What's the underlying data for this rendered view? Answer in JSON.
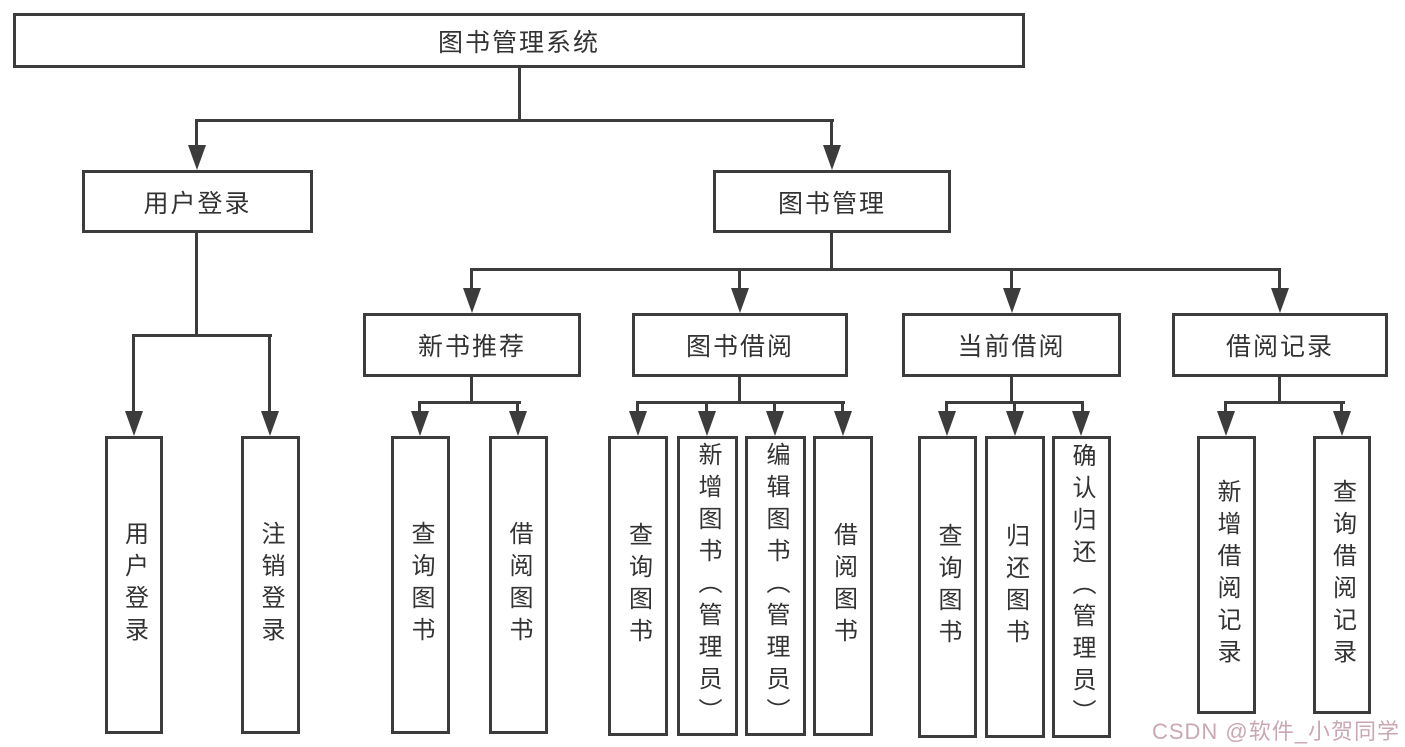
{
  "tree": {
    "root": {
      "label": "图书管理系统"
    },
    "branches": [
      {
        "label": "用户登录",
        "children": [
          {
            "label": "用户登录"
          },
          {
            "label": "注销登录"
          }
        ]
      },
      {
        "label": "图书管理",
        "children": [
          {
            "label": "新书推荐",
            "children": [
              {
                "label": "查询图书"
              },
              {
                "label": "借阅图书"
              }
            ]
          },
          {
            "label": "图书借阅",
            "children": [
              {
                "label": "查询图书"
              },
              {
                "label": "新增图书（管理员）"
              },
              {
                "label": "编辑图书（管理员）"
              },
              {
                "label": "借阅图书"
              }
            ]
          },
          {
            "label": "当前借阅",
            "children": [
              {
                "label": "查询图书"
              },
              {
                "label": "归还图书"
              },
              {
                "label": "确认归还（管理员）"
              }
            ]
          },
          {
            "label": "借阅记录",
            "children": [
              {
                "label": "新增借阅记录"
              },
              {
                "label": "查询借阅记录"
              }
            ]
          }
        ]
      }
    ]
  },
  "watermark": {
    "text": "CSDN @软件_小贺同学"
  },
  "colors": {
    "line": "#3c3c3c",
    "text": "#333333",
    "background": "#ffffff",
    "watermark": "#c5a0ac"
  }
}
